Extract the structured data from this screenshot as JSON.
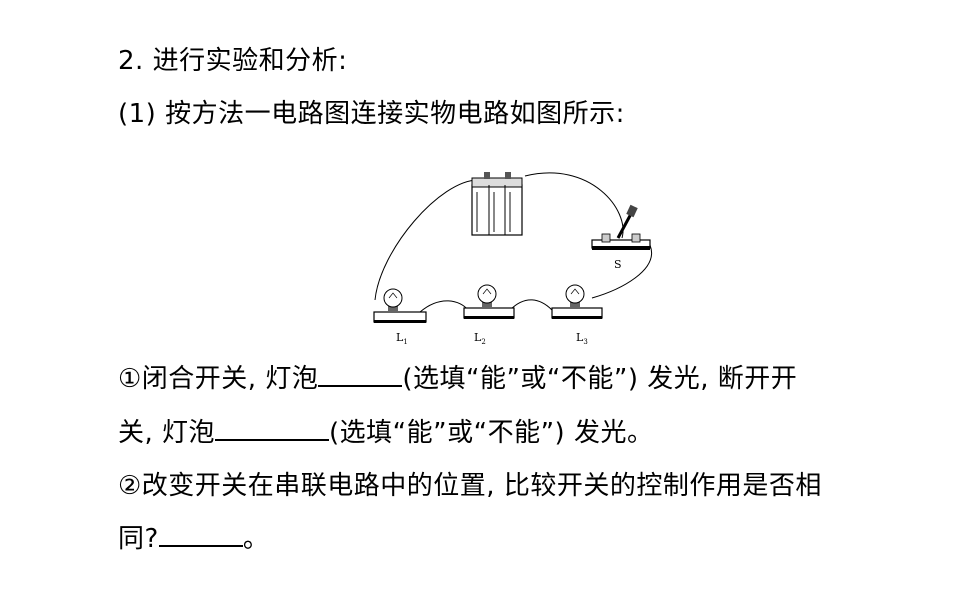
{
  "heading": "2. 进行实验和分析:",
  "step1": "(1) 按方法一电路图连接实物电路如图所示:",
  "q1": {
    "part_a": "①闭合开关, 灯泡",
    "part_b": "(选填“能”或“不能”) 发光, 断开开",
    "part_c": "关, 灯泡",
    "part_d": "(选填“能”或“不能”) 发光。"
  },
  "q2": {
    "line1": "②改变开关在串联电路中的位置, 比较开关的控制作用是否相",
    "line2_prefix": "同?",
    "line2_suffix": "。"
  },
  "figure": {
    "switch_label": "S",
    "lamp_labels": [
      "L",
      "L",
      "L"
    ],
    "lamp_subscripts": [
      "1",
      "2",
      "3"
    ]
  }
}
